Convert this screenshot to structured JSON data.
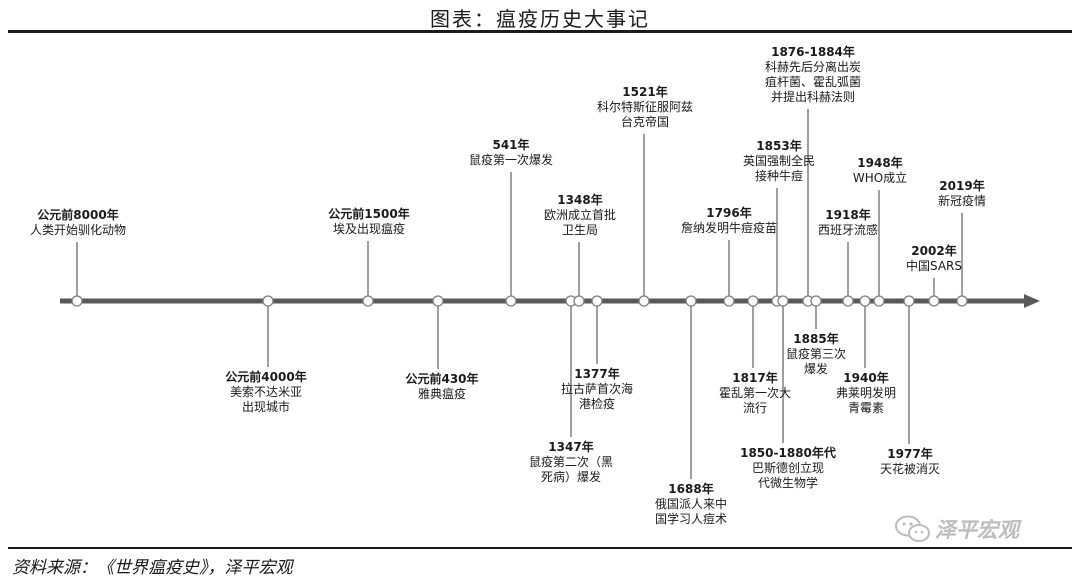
{
  "title": "图表：瘟疫历史大事记",
  "source": "资料来源：《世界瘟疫史》，泽平宏观",
  "watermark": "泽平宏观",
  "colors": {
    "axis": "#595959",
    "stem": "#7f7f7f",
    "text": "#1a1a1a",
    "rule": "#1a1a1a",
    "watermark": "#bcbcbc"
  },
  "events": [
    {
      "year": "公元前8000年",
      "desc": [
        "人类开始驯化动物"
      ]
    },
    {
      "year": "公元前4000年",
      "desc": [
        "美索不达米亚",
        "出现城市"
      ]
    },
    {
      "year": "公元前1500年",
      "desc": [
        "埃及出现瘟疫"
      ]
    },
    {
      "year": "公元前430年",
      "desc": [
        "雅典瘟疫"
      ]
    },
    {
      "year": "541年",
      "desc": [
        "鼠疫第一次爆发"
      ]
    },
    {
      "year": "1347年",
      "desc": [
        "鼠疫第二次（黑",
        "死病）爆发"
      ]
    },
    {
      "year": "1348年",
      "desc": [
        "欧洲成立首批",
        "卫生局"
      ]
    },
    {
      "year": "1377年",
      "desc": [
        "拉古萨首次海",
        "港检疫"
      ]
    },
    {
      "year": "1521年",
      "desc": [
        "科尔特斯征服阿兹",
        "台克帝国"
      ]
    },
    {
      "year": "1688年",
      "desc": [
        "俄国派人来中",
        "国学习人痘术"
      ]
    },
    {
      "year": "1796年",
      "desc": [
        "詹纳发明牛痘疫苗"
      ]
    },
    {
      "year": "1817年",
      "desc": [
        "霍乱第一次大",
        "流行"
      ]
    },
    {
      "year": "1853年",
      "desc": [
        "英国强制全民",
        "接种牛痘"
      ]
    },
    {
      "year": "1850-1880年代",
      "desc": [
        "巴斯德创立现",
        "代微生物学"
      ]
    },
    {
      "year": "1876-1884年",
      "desc": [
        "科赫先后分离出炭",
        "疽杆菌、霍乱弧菌",
        "并提出科赫法则"
      ]
    },
    {
      "year": "1885年",
      "desc": [
        "鼠疫第三次",
        "爆发"
      ]
    },
    {
      "year": "1918年",
      "desc": [
        "西班牙流感"
      ]
    },
    {
      "year": "1940年",
      "desc": [
        "弗莱明发明",
        "青霉素"
      ]
    },
    {
      "year": "1948年",
      "desc": [
        "WHO成立"
      ]
    },
    {
      "year": "1977年",
      "desc": [
        "天花被消灭"
      ]
    },
    {
      "year": "2002年",
      "desc": [
        "中国SARS"
      ]
    },
    {
      "year": "2019年",
      "desc": [
        "新冠疫情"
      ]
    }
  ]
}
